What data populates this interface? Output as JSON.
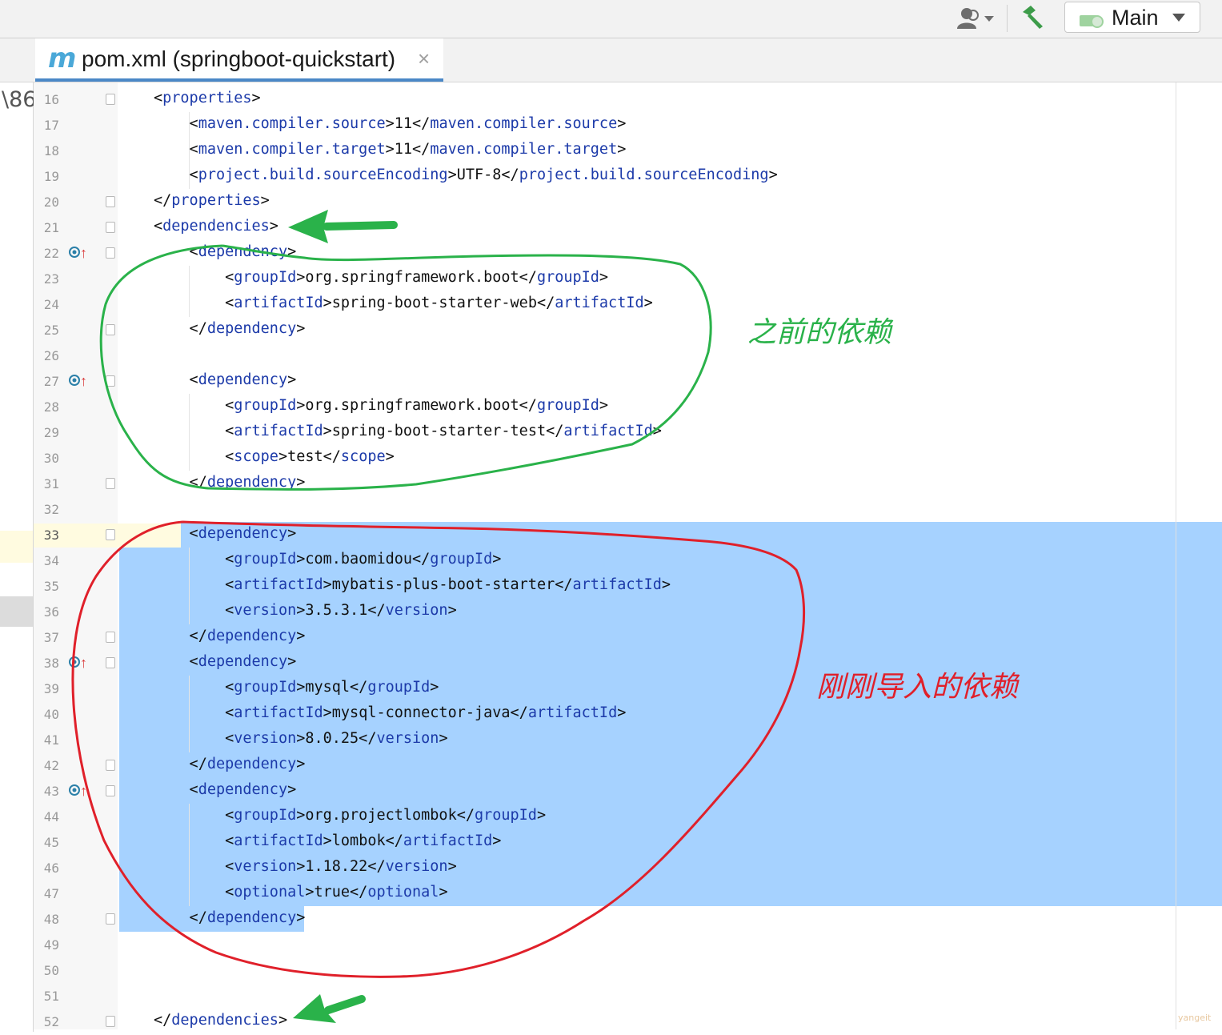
{
  "toolbar": {
    "user_icon": "user-dropdown-icon",
    "build_icon": "hammer-icon",
    "run_config": {
      "label": "Main",
      "icon": "run-config-icon"
    }
  },
  "tabs": [
    {
      "icon": "m",
      "title": "pom.xml (springboot-quickstart)",
      "close": "×"
    }
  ],
  "left_strip": {
    "text": "\\86"
  },
  "editor": {
    "lines": [
      {
        "no": "16",
        "parts": [
          [
            "p",
            "<"
          ],
          [
            "t",
            "properties"
          ],
          [
            "p",
            ">"
          ]
        ]
      },
      {
        "no": "17",
        "parts": [
          [
            "p",
            "    <"
          ],
          [
            "t",
            "maven.compiler.source"
          ],
          [
            "p",
            ">11</"
          ],
          [
            "t",
            "maven.compiler.source"
          ],
          [
            "p",
            ">"
          ]
        ]
      },
      {
        "no": "18",
        "parts": [
          [
            "p",
            "    <"
          ],
          [
            "t",
            "maven.compiler.target"
          ],
          [
            "p",
            ">11</"
          ],
          [
            "t",
            "maven.compiler.target"
          ],
          [
            "p",
            ">"
          ]
        ]
      },
      {
        "no": "19",
        "parts": [
          [
            "p",
            "    <"
          ],
          [
            "t",
            "project.build.sourceEncoding"
          ],
          [
            "p",
            ">UTF-8</"
          ],
          [
            "t",
            "project.build.sourceEncoding"
          ],
          [
            "p",
            ">"
          ]
        ]
      },
      {
        "no": "20",
        "parts": [
          [
            "p",
            "</"
          ],
          [
            "t",
            "properties"
          ],
          [
            "p",
            ">"
          ]
        ]
      },
      {
        "no": "21",
        "parts": [
          [
            "p",
            "<"
          ],
          [
            "t",
            "dependencies"
          ],
          [
            "p",
            ">"
          ]
        ]
      },
      {
        "no": "22",
        "parts": [
          [
            "p",
            "    <"
          ],
          [
            "t",
            "dependency"
          ],
          [
            "p",
            ">"
          ]
        ]
      },
      {
        "no": "23",
        "parts": [
          [
            "p",
            "        <"
          ],
          [
            "t",
            "groupId"
          ],
          [
            "p",
            ">org.springframework.boot</"
          ],
          [
            "t",
            "groupId"
          ],
          [
            "p",
            ">"
          ]
        ]
      },
      {
        "no": "24",
        "parts": [
          [
            "p",
            "        <"
          ],
          [
            "t",
            "artifactId"
          ],
          [
            "p",
            ">spring-boot-starter-web</"
          ],
          [
            "t",
            "artifactId"
          ],
          [
            "p",
            ">"
          ]
        ]
      },
      {
        "no": "25",
        "parts": [
          [
            "p",
            "    </"
          ],
          [
            "t",
            "dependency"
          ],
          [
            "p",
            ">"
          ]
        ]
      },
      {
        "no": "26",
        "parts": []
      },
      {
        "no": "27",
        "parts": [
          [
            "p",
            "    <"
          ],
          [
            "t",
            "dependency"
          ],
          [
            "p",
            ">"
          ]
        ]
      },
      {
        "no": "28",
        "parts": [
          [
            "p",
            "        <"
          ],
          [
            "t",
            "groupId"
          ],
          [
            "p",
            ">org.springframework.boot</"
          ],
          [
            "t",
            "groupId"
          ],
          [
            "p",
            ">"
          ]
        ]
      },
      {
        "no": "29",
        "parts": [
          [
            "p",
            "        <"
          ],
          [
            "t",
            "artifactId"
          ],
          [
            "p",
            ">spring-boot-starter-test</"
          ],
          [
            "t",
            "artifactId"
          ],
          [
            "p",
            ">"
          ]
        ]
      },
      {
        "no": "30",
        "parts": [
          [
            "p",
            "        <"
          ],
          [
            "t",
            "scope"
          ],
          [
            "p",
            ">test</"
          ],
          [
            "t",
            "scope"
          ],
          [
            "p",
            ">"
          ]
        ]
      },
      {
        "no": "31",
        "parts": [
          [
            "p",
            "    </"
          ],
          [
            "t",
            "dependency"
          ],
          [
            "p",
            ">"
          ]
        ]
      },
      {
        "no": "32",
        "parts": []
      },
      {
        "no": "33",
        "parts": [
          [
            "p",
            "    <"
          ],
          [
            "t",
            "dependency"
          ],
          [
            "p",
            ">"
          ]
        ]
      },
      {
        "no": "34",
        "parts": [
          [
            "p",
            "        <"
          ],
          [
            "t",
            "groupId"
          ],
          [
            "p",
            ">com.baomidou</"
          ],
          [
            "t",
            "groupId"
          ],
          [
            "p",
            ">"
          ]
        ]
      },
      {
        "no": "35",
        "parts": [
          [
            "p",
            "        <"
          ],
          [
            "t",
            "artifactId"
          ],
          [
            "p",
            ">mybatis-plus-boot-starter</"
          ],
          [
            "t",
            "artifactId"
          ],
          [
            "p",
            ">"
          ]
        ]
      },
      {
        "no": "36",
        "parts": [
          [
            "p",
            "        <"
          ],
          [
            "t",
            "version"
          ],
          [
            "p",
            ">3.5.3.1</"
          ],
          [
            "t",
            "version"
          ],
          [
            "p",
            ">"
          ]
        ]
      },
      {
        "no": "37",
        "parts": [
          [
            "p",
            "    </"
          ],
          [
            "t",
            "dependency"
          ],
          [
            "p",
            ">"
          ]
        ]
      },
      {
        "no": "38",
        "parts": [
          [
            "p",
            "    <"
          ],
          [
            "t",
            "dependency"
          ],
          [
            "p",
            ">"
          ]
        ]
      },
      {
        "no": "39",
        "parts": [
          [
            "p",
            "        <"
          ],
          [
            "t",
            "groupId"
          ],
          [
            "p",
            ">mysql</"
          ],
          [
            "t",
            "groupId"
          ],
          [
            "p",
            ">"
          ]
        ]
      },
      {
        "no": "40",
        "parts": [
          [
            "p",
            "        <"
          ],
          [
            "t",
            "artifactId"
          ],
          [
            "p",
            ">mysql-connector-java</"
          ],
          [
            "t",
            "artifactId"
          ],
          [
            "p",
            ">"
          ]
        ]
      },
      {
        "no": "41",
        "parts": [
          [
            "p",
            "        <"
          ],
          [
            "t",
            "version"
          ],
          [
            "p",
            ">8.0.25</"
          ],
          [
            "t",
            "version"
          ],
          [
            "p",
            ">"
          ]
        ]
      },
      {
        "no": "42",
        "parts": [
          [
            "p",
            "    </"
          ],
          [
            "t",
            "dependency"
          ],
          [
            "p",
            ">"
          ]
        ]
      },
      {
        "no": "43",
        "parts": [
          [
            "p",
            "    <"
          ],
          [
            "t",
            "dependency"
          ],
          [
            "p",
            ">"
          ]
        ]
      },
      {
        "no": "44",
        "parts": [
          [
            "p",
            "        <"
          ],
          [
            "t",
            "groupId"
          ],
          [
            "p",
            ">org.projectlombok</"
          ],
          [
            "t",
            "groupId"
          ],
          [
            "p",
            ">"
          ]
        ]
      },
      {
        "no": "45",
        "parts": [
          [
            "p",
            "        <"
          ],
          [
            "t",
            "artifactId"
          ],
          [
            "p",
            ">lombok</"
          ],
          [
            "t",
            "artifactId"
          ],
          [
            "p",
            ">"
          ]
        ]
      },
      {
        "no": "46",
        "parts": [
          [
            "p",
            "        <"
          ],
          [
            "t",
            "version"
          ],
          [
            "p",
            ">1.18.22</"
          ],
          [
            "t",
            "version"
          ],
          [
            "p",
            ">"
          ]
        ]
      },
      {
        "no": "47",
        "parts": [
          [
            "p",
            "        <"
          ],
          [
            "t",
            "optional"
          ],
          [
            "p",
            ">true</"
          ],
          [
            "t",
            "optional"
          ],
          [
            "p",
            ">"
          ]
        ]
      },
      {
        "no": "48",
        "parts": [
          [
            "p",
            "    </"
          ],
          [
            "t",
            "dependency"
          ],
          [
            "p",
            ">"
          ]
        ]
      },
      {
        "no": "49",
        "parts": []
      },
      {
        "no": "50",
        "parts": []
      },
      {
        "no": "51",
        "parts": []
      },
      {
        "no": "52",
        "parts": [
          [
            "p",
            "</"
          ],
          [
            "t",
            "dependencies"
          ],
          [
            "p",
            ">"
          ]
        ]
      }
    ],
    "current_line": "33",
    "fold_lines": [
      "16",
      "20",
      "21",
      "22",
      "25",
      "27",
      "31",
      "33",
      "37",
      "38",
      "42",
      "43",
      "48",
      "52"
    ],
    "run_icon_lines": [
      "22",
      "27",
      "38",
      "43"
    ],
    "colors": {
      "tag": "#1c3aa9",
      "text": "#111111",
      "selection": "#a6d2ff",
      "line_number": "#999999"
    }
  },
  "annotations": {
    "previous_deps": {
      "text": "之前的依赖",
      "color": "#2ab24a"
    },
    "new_deps": {
      "text": "刚刚导入的依赖",
      "color": "#e0202a"
    },
    "watermark": "yangeit"
  }
}
